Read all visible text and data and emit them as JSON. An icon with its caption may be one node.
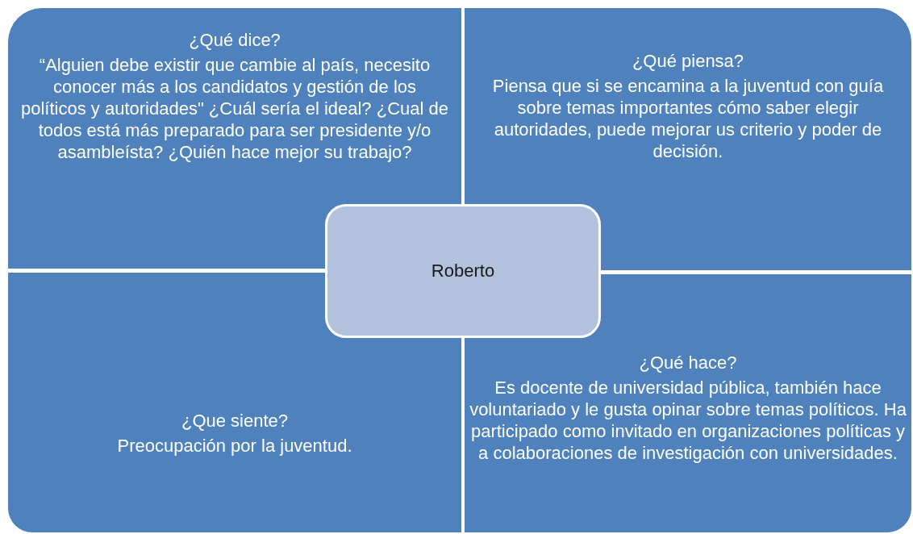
{
  "diagram": {
    "nodes": [
      {
        "text": [
          "¿Qué dice?",
          "“Alguien debe existir  que cambie al país, necesito conocer más a los candidatos y gestión de los políticos y autoridades\" ¿Cuál sería el ideal? ¿Cual de todos está más preparado para ser presidente y/o asambleísta? ¿Quién hace mejor su trabajo?"
        ]
      },
      {
        "text": [
          "¿Qué piensa?",
          "Piensa que si se encamina a la juventud con guía sobre temas importantes cómo saber elegir autoridades, puede mejorar us criterio y poder de decisión."
        ]
      },
      {
        "text": [
          "Roberto"
        ]
      },
      {
        "text": [
          "¿Que siente?",
          "Preocupación por la juventud."
        ]
      },
      {
        "text": [
          "¿Qué hace?",
          "Es docente de universidad pública, también hace voluntariado y le gusta opinar sobre temas políticos. Ha participado como invitado en organizaciones políticas y a colaboraciones de investigación con universidades."
        ]
      }
    ]
  }
}
